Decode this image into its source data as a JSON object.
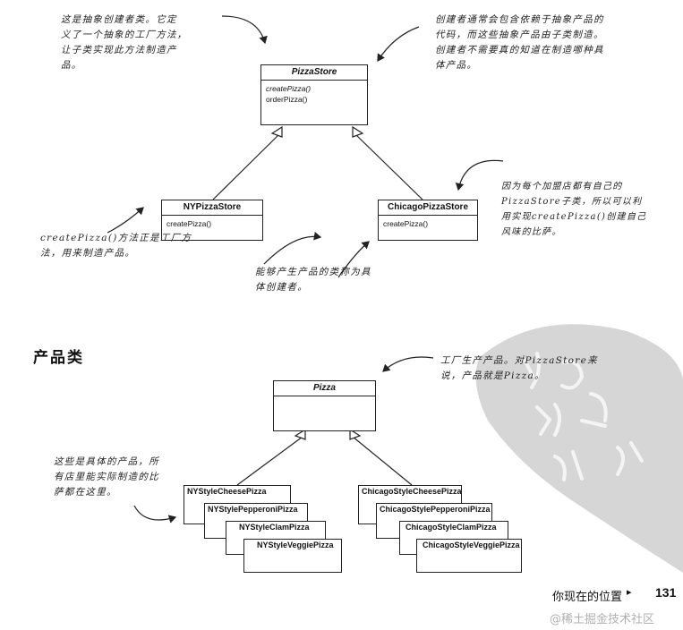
{
  "creator": {
    "store": {
      "name": "PizzaStore",
      "methods": [
        "createPizza()",
        "orderPizza()"
      ]
    },
    "ny_store": {
      "name": "NYPizzaStore",
      "methods": [
        "createPizza()"
      ]
    },
    "chicago_store": {
      "name": "ChicagoPizzaStore",
      "methods": [
        "createPizza()"
      ]
    }
  },
  "notes": {
    "abstract_creator": [
      "这是抽象创建者类。它定",
      "义了一个抽象的工厂方法，",
      "让子类实现此方法制造产",
      "品。"
    ],
    "creator_contains": [
      "创建者通常会包含依赖于抽象产品的",
      "代码，而这些抽象产品由子类制造。",
      "创建者不需要真的知道在制造哪种具",
      "体产品。"
    ],
    "each_franchise": [
      "因为每个加盟店都有自己的",
      "PizzaStore子类，所以可以利",
      "用实现createPizza()创建自己",
      "风味的比萨。"
    ],
    "create_pizza_is_factory": [
      "createPizza()方法正是工厂方",
      "法，用来制造产品。"
    ],
    "concrete_creators": [
      "能够产生产品的类称为具",
      "体创建者。"
    ],
    "factory_produces": [
      "工厂生产产品。对PizzaStore来",
      "说，产品就是Pizza。"
    ],
    "concrete_products": [
      "这些是具体的产品，所",
      "有店里能实际制造的比",
      "萨都在这里。"
    ]
  },
  "section_title": "产品类",
  "product": {
    "name": "Pizza"
  },
  "ny_pizzas": [
    "NYStyleCheesePizza",
    "NYStylePepperoniPizza",
    "NYStyleClamPizza",
    "NYStyleVeggiePizza"
  ],
  "chicago_pizzas": [
    "ChicagoStyleCheesePizza",
    "ChicagoStylePepperoniPizza",
    "ChicagoStyleClamPizza",
    "ChicagoStyleVeggiePizza"
  ],
  "footer": {
    "location_text": "你现在的位置",
    "arrow": "▸",
    "page_number": "131"
  },
  "watermark": "@稀土掘金技术社区",
  "colors": {
    "ink": "#222222",
    "stamp": "#d6d6d6"
  }
}
